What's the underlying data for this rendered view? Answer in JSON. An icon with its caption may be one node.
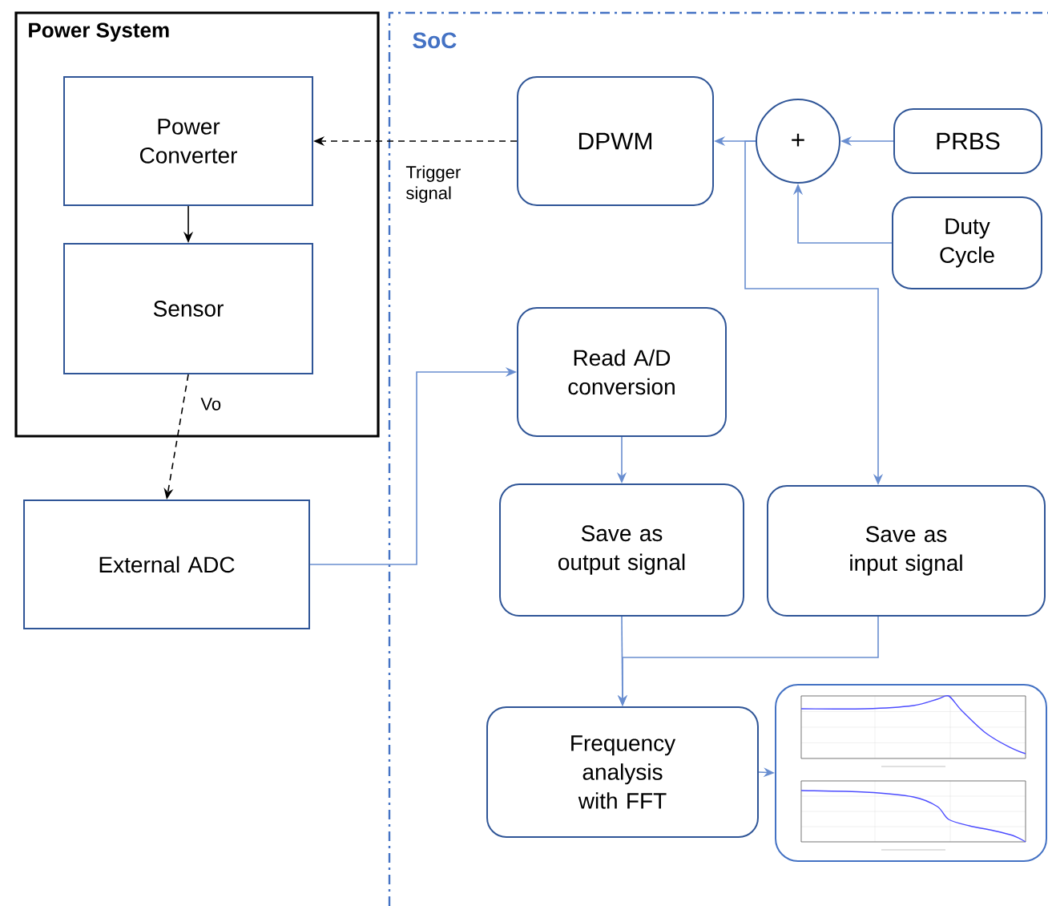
{
  "diagram": {
    "nodes": [
      {
        "text": [
          "Power System"
        ]
      },
      {
        "text": [
          "Power Converter"
        ],
        "in": 0
      },
      {
        "text": [
          "Sensor"
        ],
        "in": 0
      },
      {
        "text": [
          "SoC"
        ]
      },
      {
        "text": [
          "External ADC"
        ]
      },
      {
        "text": [
          "DPWM"
        ],
        "in": 3
      },
      {
        "text": [
          "+"
        ],
        "in": 3
      },
      {
        "text": [
          "PRBS"
        ],
        "in": 3
      },
      {
        "text": [
          "Duty Cycle"
        ],
        "in": 3
      },
      {
        "text": [
          "Read A/D conversion"
        ],
        "in": 3
      },
      {
        "text": [
          "Save as output signal"
        ],
        "in": 3
      },
      {
        "text": [
          "Save as input signal"
        ],
        "in": 3
      },
      {
        "text": [
          "Frequency analysis with FFT"
        ],
        "in": 3
      },
      {
        "text": [],
        "shape": "picture",
        "in": 3
      }
    ],
    "edges": [
      {
        "from": 5,
        "to": 1,
        "arrow": "to",
        "label": "Trigger signal",
        "style": "dashed",
        "color": "#000000"
      },
      {
        "from": 1,
        "to": 2,
        "arrow": "to",
        "color": "#000000"
      },
      {
        "from": 2,
        "to": 4,
        "arrow": "to",
        "label": "Vo",
        "style": "dashed",
        "color": "#000000"
      },
      {
        "from": 4,
        "to": 9,
        "arrow": "to"
      },
      {
        "from": 7,
        "to": 6,
        "arrow": "to"
      },
      {
        "from": 8,
        "to": 6,
        "arrow": "to"
      },
      {
        "from": 6,
        "to": 5,
        "arrow": "to"
      },
      {
        "from": 6,
        "to": 11,
        "arrow": "to"
      },
      {
        "from": 9,
        "to": 10,
        "arrow": "to"
      },
      {
        "from": 10,
        "to": 12,
        "arrow": "to"
      },
      {
        "from": 11,
        "to": 12,
        "arrow": "to"
      },
      {
        "from": 12,
        "to": 13,
        "arrow": "to"
      }
    ]
  }
}
